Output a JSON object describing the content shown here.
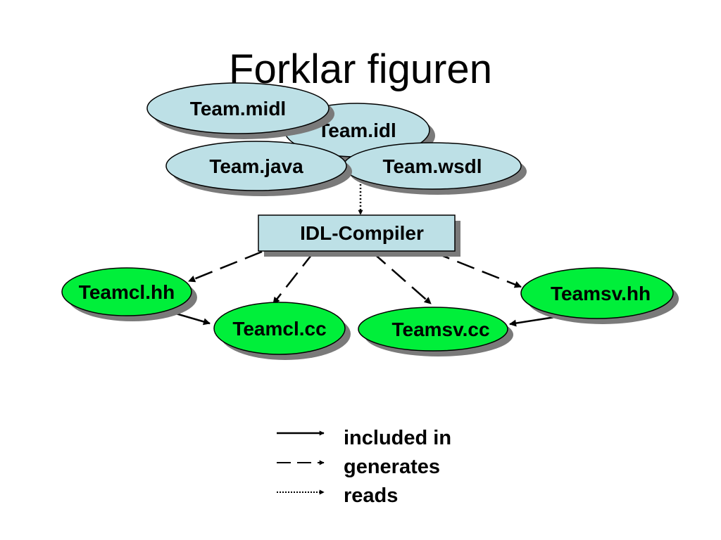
{
  "slide": {
    "title": "Forklar figuren"
  },
  "colors": {
    "input_fill": "#bde0e6",
    "output_fill": "#00ef3a",
    "shadow": "#7a7a7a",
    "stroke": "#000000"
  },
  "nodes": {
    "team_midl": "Team.midl",
    "team_idl": "Team.idl",
    "team_java": "Team.java",
    "team_wsdl": "Team.wsdl",
    "idl_compiler": "IDL-Compiler",
    "teamcl_hh": "Teamcl.hh",
    "teamcl_cc": "Teamcl.cc",
    "teamsv_cc": "Teamsv.cc",
    "teamsv_hh": "Teamsv.hh"
  },
  "legend": {
    "included_in": "included in",
    "generates": "generates",
    "reads": "reads"
  }
}
